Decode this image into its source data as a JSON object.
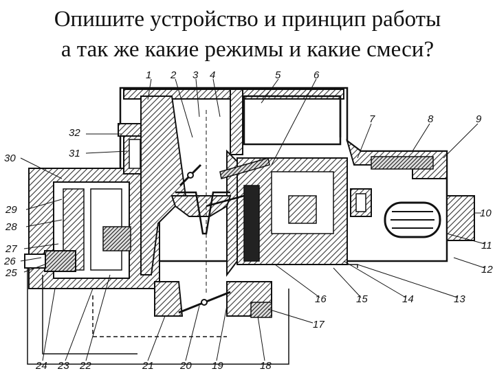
{
  "title": {
    "line1": "Опишите устройство и принцип работы",
    "line2": "а так же какие режимы и какие смеси?"
  },
  "callouts": [
    "1",
    "2",
    "3",
    "4",
    "5",
    "6",
    "7",
    "8",
    "9",
    "10",
    "11",
    "12",
    "13",
    "14",
    "15",
    "16",
    "17",
    "18",
    "19",
    "20",
    "21",
    "22",
    "23",
    "24",
    "25",
    "26",
    "27",
    "28",
    "29",
    "30",
    "31",
    "32"
  ],
  "colors": {
    "ink": "#111111",
    "paper": "#ffffff",
    "hatch": "#333333"
  }
}
